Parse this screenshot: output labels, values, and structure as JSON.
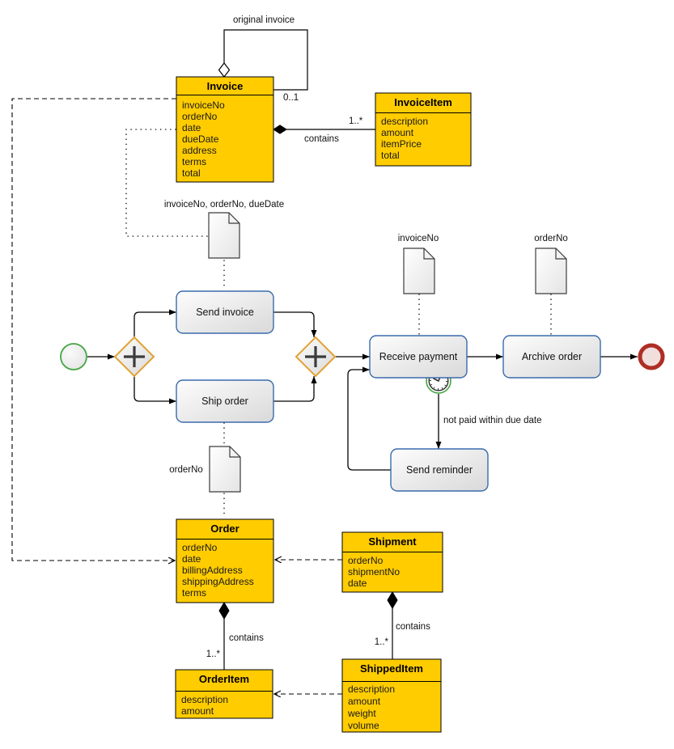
{
  "colors": {
    "class_fill": "#FFCC00",
    "attr_text": "#1A1A1A",
    "task_border": "#3A6BAD",
    "gateway_border": "#E2A233",
    "start_border": "#44A644",
    "timer_border": "#44A644",
    "end_border": "#AF2E24",
    "end_fill": "#F0DFDD"
  },
  "uml": {
    "invoice": {
      "title": "Invoice",
      "attrs": [
        "invoiceNo",
        "orderNo",
        "date",
        "dueDate",
        "address",
        "terms",
        "total"
      ]
    },
    "invoice_item": {
      "title": "InvoiceItem",
      "attrs": [
        "description",
        "amount",
        "itemPrice",
        "total"
      ]
    },
    "order": {
      "title": "Order",
      "attrs": [
        "orderNo",
        "date",
        "billingAddress",
        "shippingAddress",
        "terms"
      ]
    },
    "shipment": {
      "title": "Shipment",
      "attrs": [
        "orderNo",
        "shipmentNo",
        "date"
      ]
    },
    "order_item": {
      "title": "OrderItem",
      "attrs": [
        "description",
        "amount"
      ]
    },
    "shipped_item": {
      "title": "ShippedItem",
      "attrs": [
        "description",
        "amount",
        "weight",
        "volume"
      ]
    },
    "labels": {
      "original_invoice": "original invoice",
      "mult_0_1": "0..1",
      "contains_invoice_items": "contains",
      "mult_invoice_items": "1..*",
      "contains_order_items": "contains",
      "mult_order_items": "1..*",
      "contains_shipped_items": "contains",
      "mult_shipped_items": "1..*"
    }
  },
  "bpmn": {
    "tasks": {
      "send_invoice": "Send invoice",
      "ship_order": "Ship order",
      "receive_payment": "Receive payment",
      "archive_order": "Archive order",
      "send_reminder": "Send reminder"
    },
    "edge_labels": {
      "timer_flow": "not paid within due date"
    },
    "data_objects": {
      "invoice_doc": "invoiceNo, orderNo, dueDate",
      "payment_doc": "invoiceNo",
      "archive_doc": "orderNo",
      "order_doc": "orderNo"
    }
  }
}
